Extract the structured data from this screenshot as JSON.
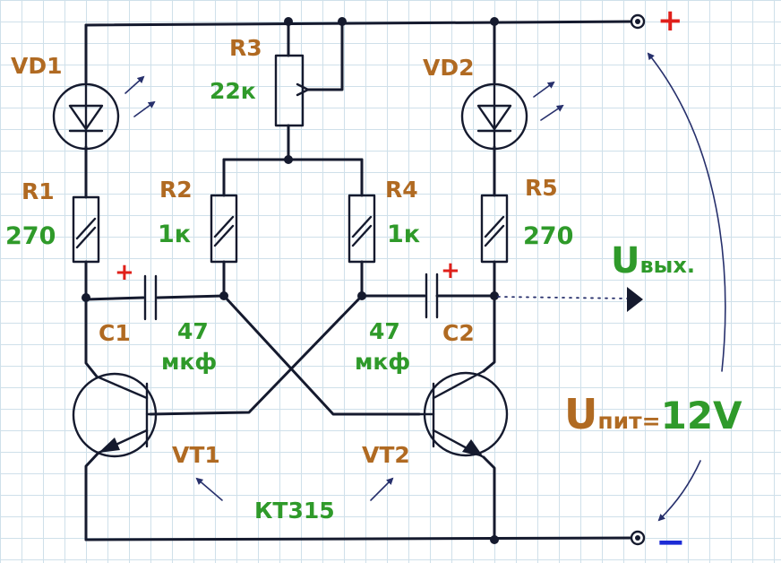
{
  "components": {
    "vd1": {
      "name": "VD1"
    },
    "vd2": {
      "name": "VD2"
    },
    "r1": {
      "name": "R1",
      "value": "270"
    },
    "r2": {
      "name": "R2",
      "value": "1к"
    },
    "r3": {
      "name": "R3",
      "value": "22к"
    },
    "r4": {
      "name": "R4",
      "value": "1к"
    },
    "r5": {
      "name": "R5",
      "value": "270"
    },
    "c1": {
      "name": "C1",
      "value_line1": "47",
      "value_line2": "мкф",
      "polarity": "+"
    },
    "c2": {
      "name": "C2",
      "value_line1": "47",
      "value_line2": "мкф",
      "polarity": "+"
    },
    "vt1": {
      "name": "VT1"
    },
    "vt2": {
      "name": "VT2"
    },
    "transistor_type": "КТ315"
  },
  "output": {
    "main": "U",
    "sub": "вых."
  },
  "supply": {
    "main": "U",
    "sub": "пит=",
    "value": "12V"
  },
  "terminals": {
    "plus": "+",
    "minus": "−"
  },
  "colors": {
    "name_labels": "#b06a22",
    "value_labels": "#2f9a2a",
    "plus_sign": "#e0201a",
    "minus_sign": "#1c2bd6",
    "wires": "#151a2e",
    "grid": "#cfe0ea"
  }
}
